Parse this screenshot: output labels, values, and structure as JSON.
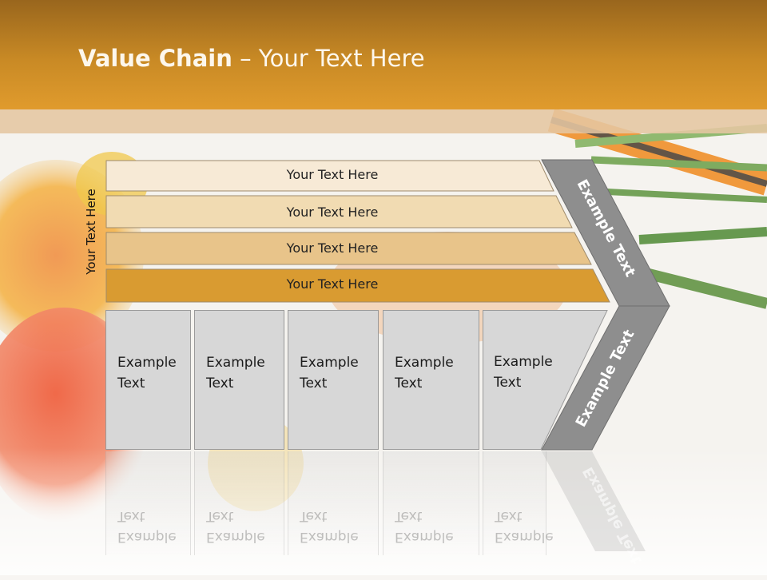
{
  "slide": {
    "title_bold": "Value Chain",
    "title_rest": " – Your Text Here",
    "side_label": "Your Text Here"
  },
  "bands": [
    {
      "label": "Your Text Here",
      "color": "#f7ead6"
    },
    {
      "label": "Your Text Here",
      "color": "#f1dbb2"
    },
    {
      "label": "Your Text Here",
      "color": "#e8c48a"
    },
    {
      "label": "Your Text Here",
      "color": "#d99b31"
    }
  ],
  "boxes": [
    {
      "label": "Example\nText"
    },
    {
      "label": "Example\nText"
    },
    {
      "label": "Example\nText"
    },
    {
      "label": "Example\nText"
    },
    {
      "label": "Example\nText"
    }
  ],
  "chevron": {
    "upper_label": "Example Text",
    "lower_label": "Example Text",
    "color": "#8e8e8e"
  },
  "colors": {
    "header_top": "#99661d",
    "header_bottom": "#e09b2d",
    "box_fill": "#d7d7d7"
  }
}
